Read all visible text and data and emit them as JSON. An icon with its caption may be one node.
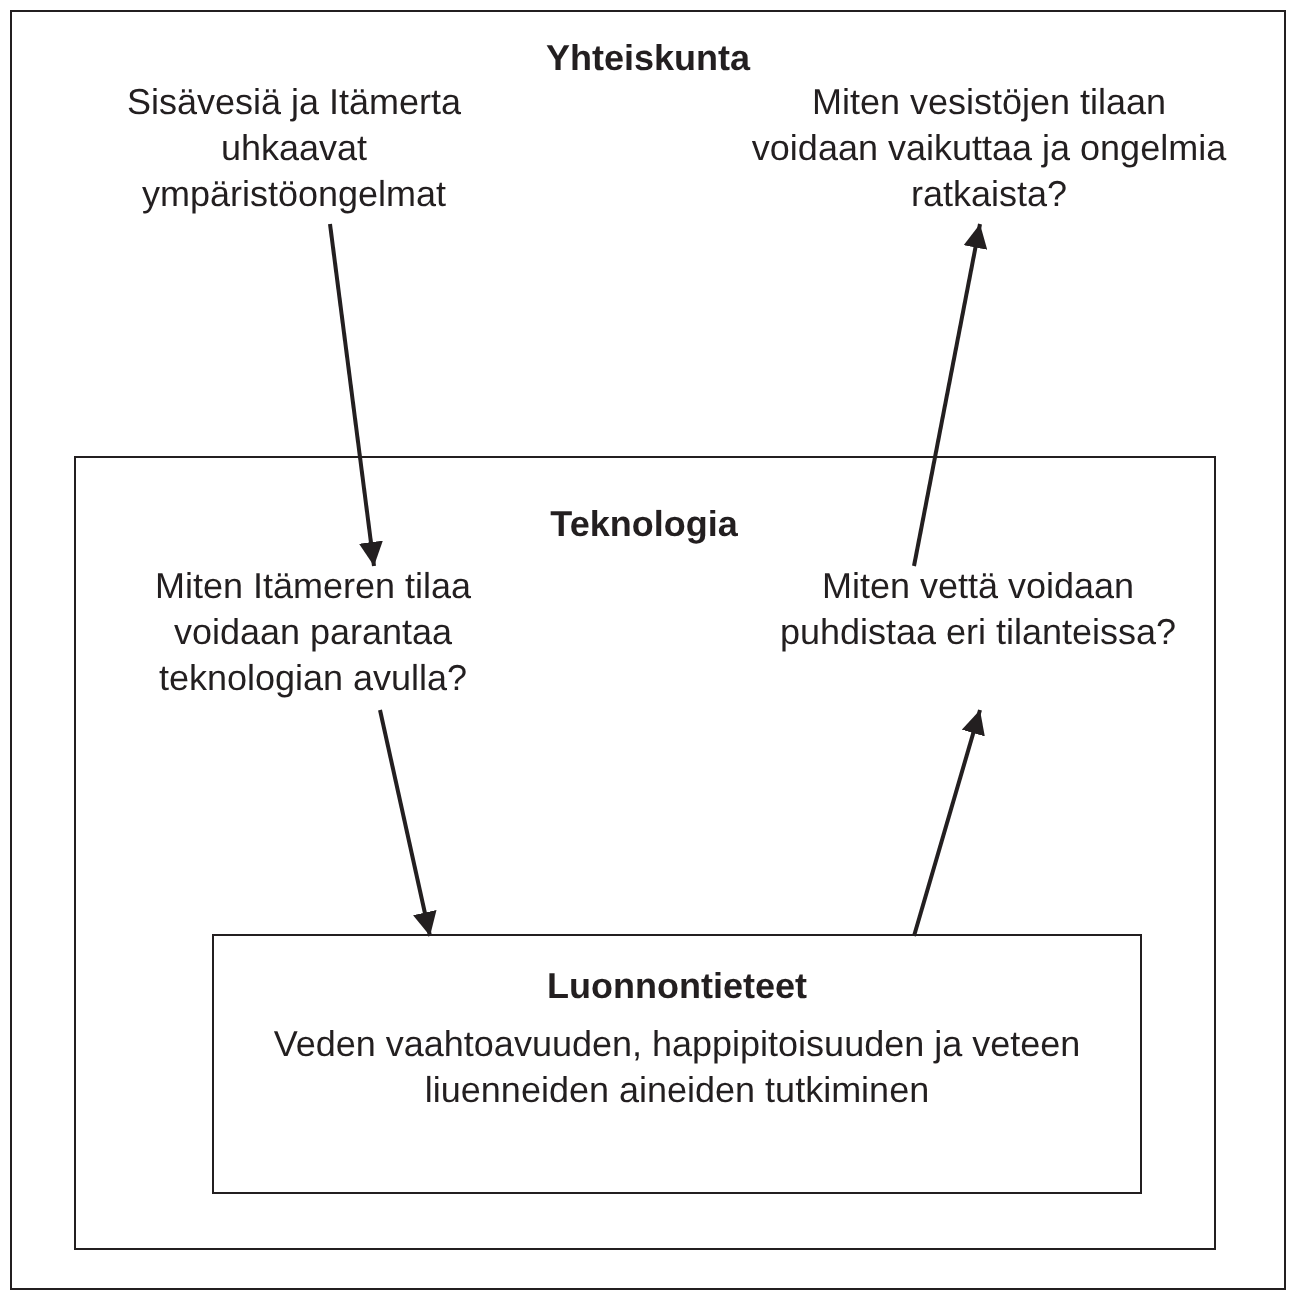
{
  "diagram": {
    "nodes": [
      {
        "text": [
          "Yhteiskunta"
        ]
      },
      {
        "text": [
          "Sisävesiä ja Itämerta uhkaavat ympäristöongelmat"
        ],
        "in": 0
      },
      {
        "text": [
          "Miten vesistöjen tilaan voidaan vaikuttaa ja ongelmia ratkaista?"
        ],
        "in": 0
      },
      {
        "text": [
          "Teknologia"
        ],
        "in": 0
      },
      {
        "text": [
          "Miten Itämeren tilaa voidaan parantaa teknologian avulla?"
        ],
        "in": 3
      },
      {
        "text": [
          "Miten vettä voidaan puhdistaa eri tilanteissa?"
        ],
        "in": 3
      },
      {
        "text": [
          "Luonnontieteet",
          "Veden vaahtoavuuden, happipitoisuuden ja veteen liuenneiden aineiden tutkiminen"
        ],
        "in": 3
      }
    ],
    "edges": [
      {
        "from": 1,
        "to": 4,
        "arrow": "to"
      },
      {
        "from": 4,
        "to": 6,
        "arrow": "to"
      },
      {
        "from": 6,
        "to": 5,
        "arrow": "to"
      },
      {
        "from": 5,
        "to": 2,
        "arrow": "to"
      }
    ]
  }
}
